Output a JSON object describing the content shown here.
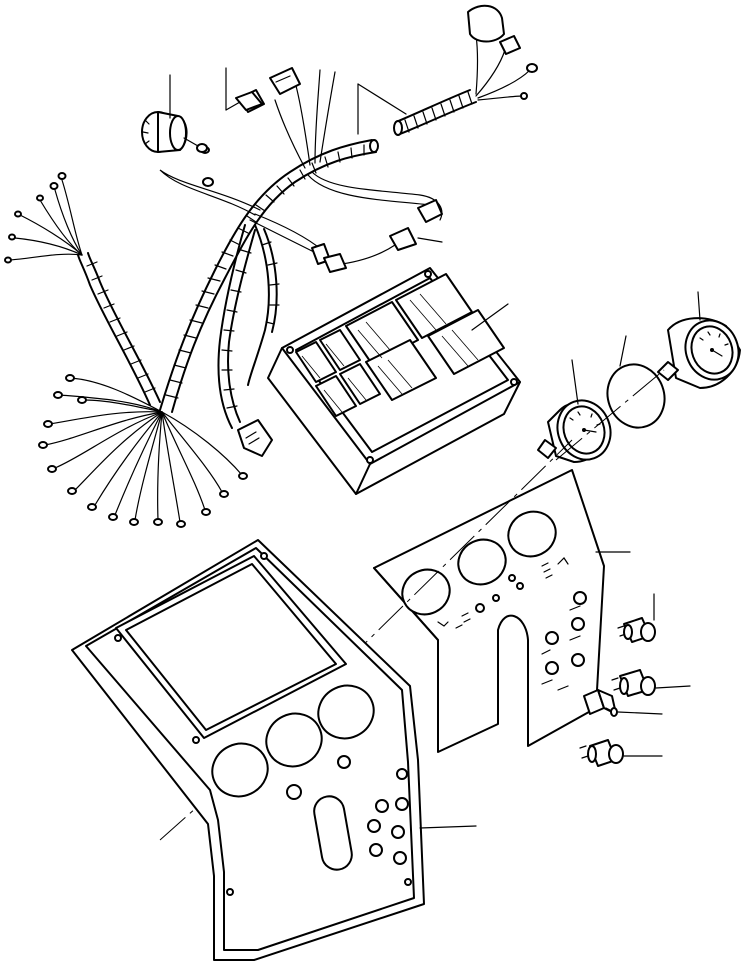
{
  "figure": {
    "kind": "exploded-parts-diagram",
    "colors": {
      "ink": "#000000",
      "paper": "#ffffff"
    },
    "parts": [
      "wiring-harness",
      "gauge-small-left",
      "connector-top",
      "warning-lamp-panel",
      "gauge-center",
      "gauge-lens",
      "gauge-right",
      "instrument-sub-panel",
      "instrument-main-panel",
      "switch-1",
      "switch-2",
      "toggle-switch",
      "switch-3"
    ]
  }
}
